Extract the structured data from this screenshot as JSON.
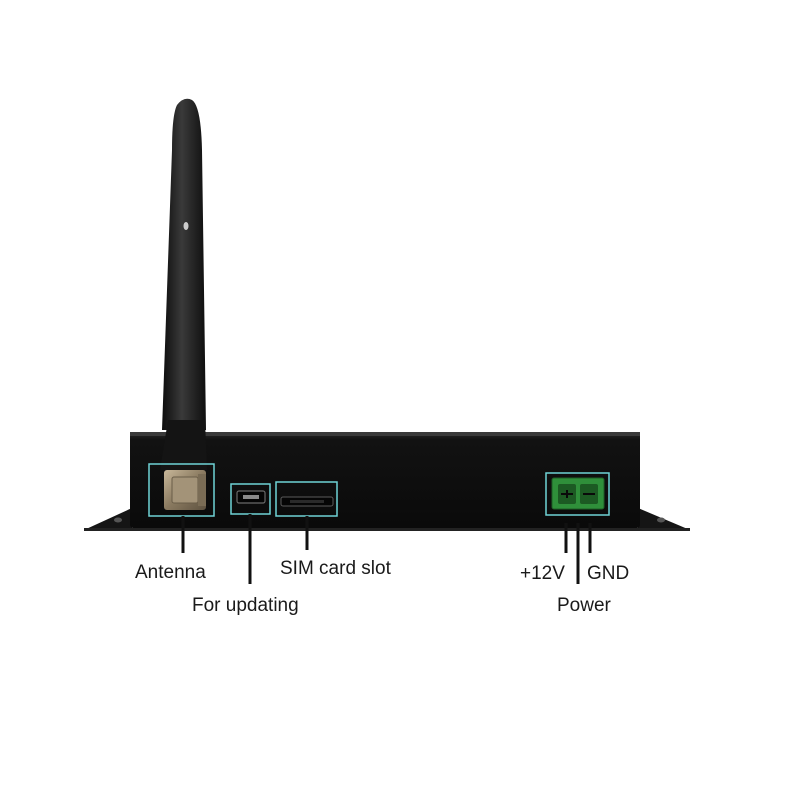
{
  "labels": {
    "antenna": "Antenna",
    "updating": "For updating",
    "sim": "SIM card slot",
    "plus12v": "+12V",
    "gnd": "GND",
    "power": "Power"
  },
  "colors": {
    "background": "#ffffff",
    "device_body": "#101010",
    "highlight_box": "#6fd3d6",
    "connector_green": "#2f8f3a",
    "callout_line": "#111111",
    "label_text": "#1a1a1a"
  }
}
